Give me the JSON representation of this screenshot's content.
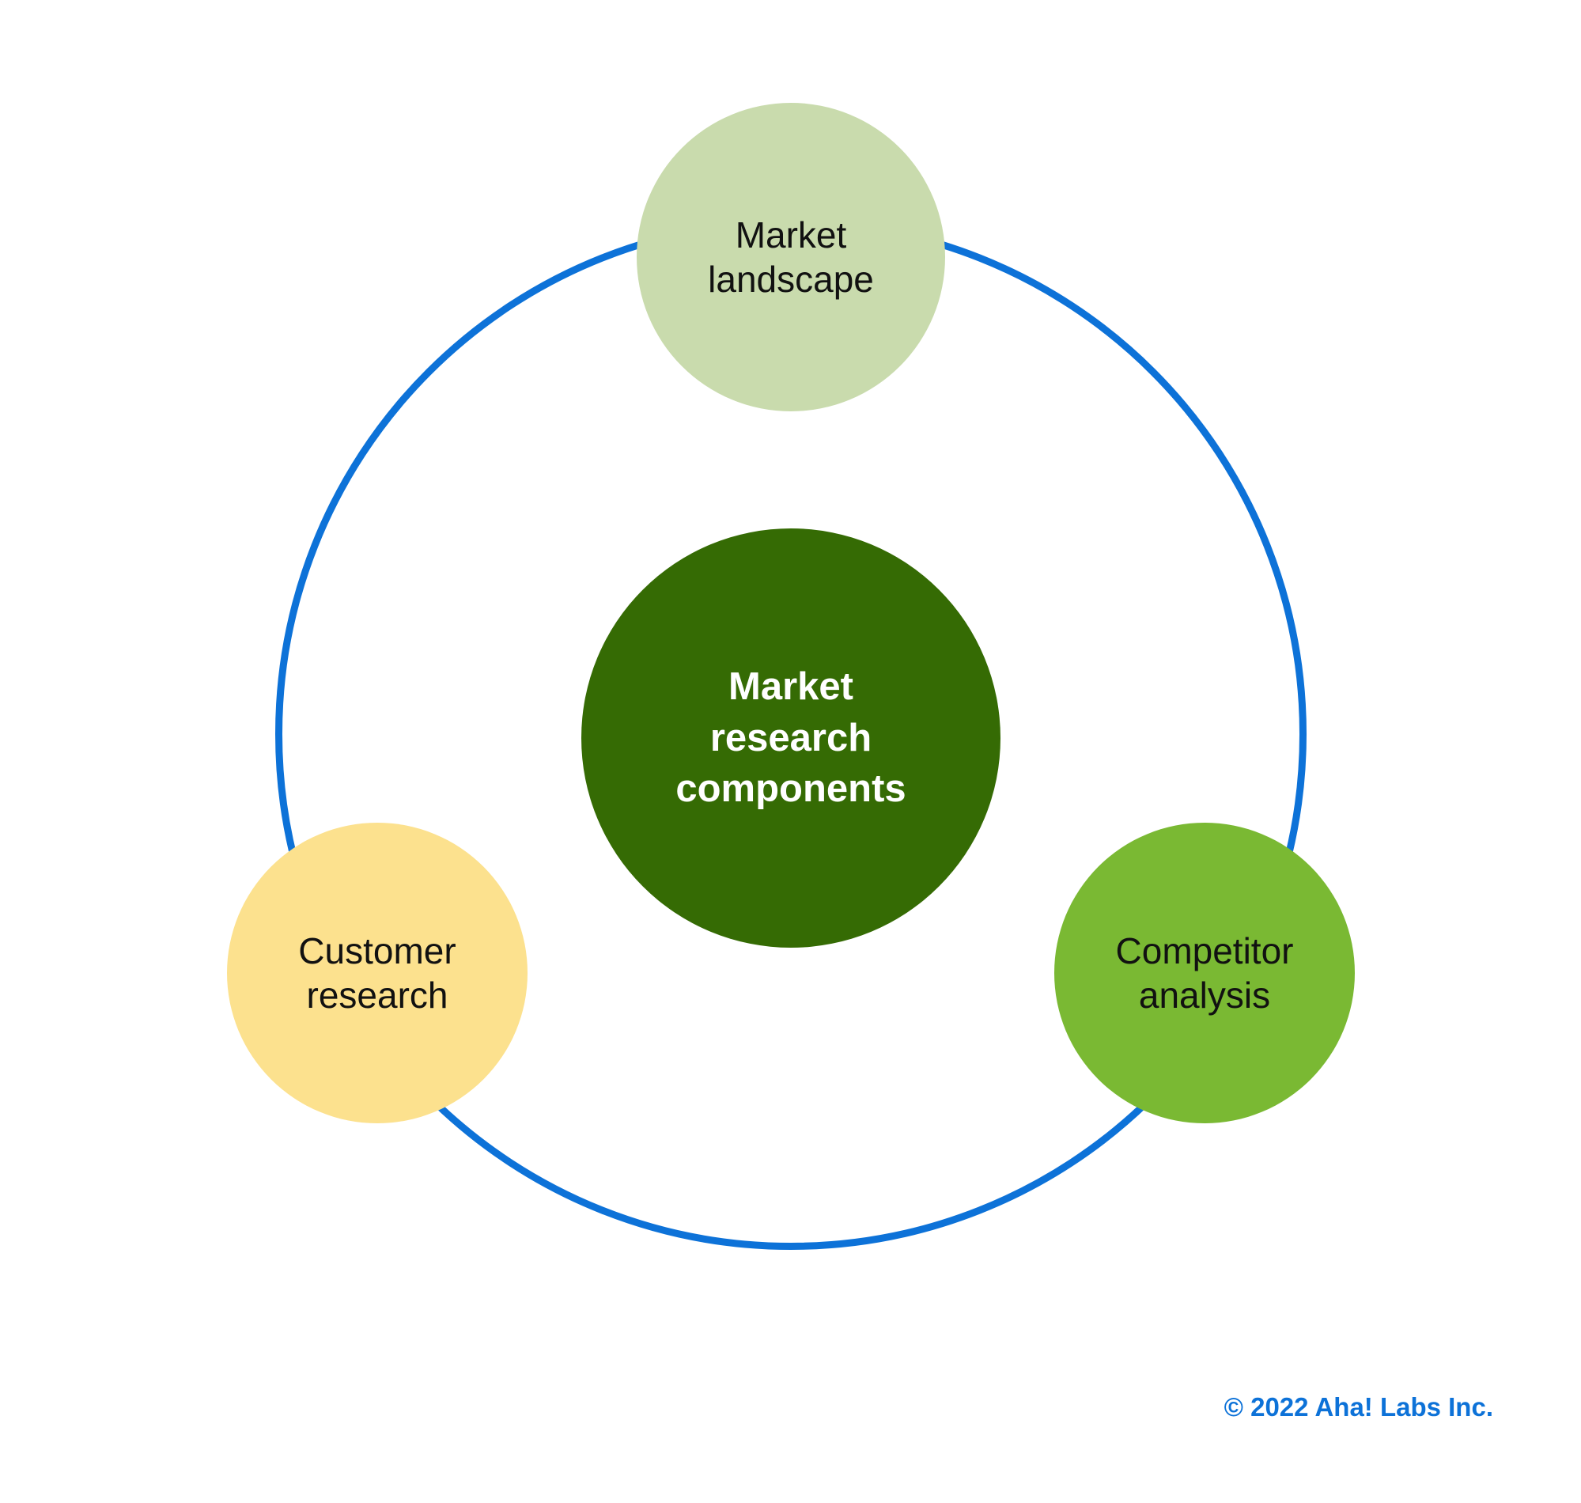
{
  "diagram": {
    "ring_color": "#0d72d8",
    "background_color": "#ffffff",
    "label_text_color": "#111111",
    "center_node": {
      "label": "Market\nresearch\ncomponents",
      "color": "#356b04",
      "text_color": "#ffffff"
    },
    "satellite_nodes": [
      {
        "id": "market-landscape",
        "label": "Market\nlandscape",
        "color": "#c9dbad"
      },
      {
        "id": "customer-research",
        "label": "Customer\nresearch",
        "color": "#fce18e"
      },
      {
        "id": "competitor-analysis",
        "label": "Competitor\nanalysis",
        "color": "#7ab933"
      }
    ]
  },
  "footer": {
    "copyright": "© 2022 Aha! Labs Inc.",
    "color": "#0d72d8"
  }
}
